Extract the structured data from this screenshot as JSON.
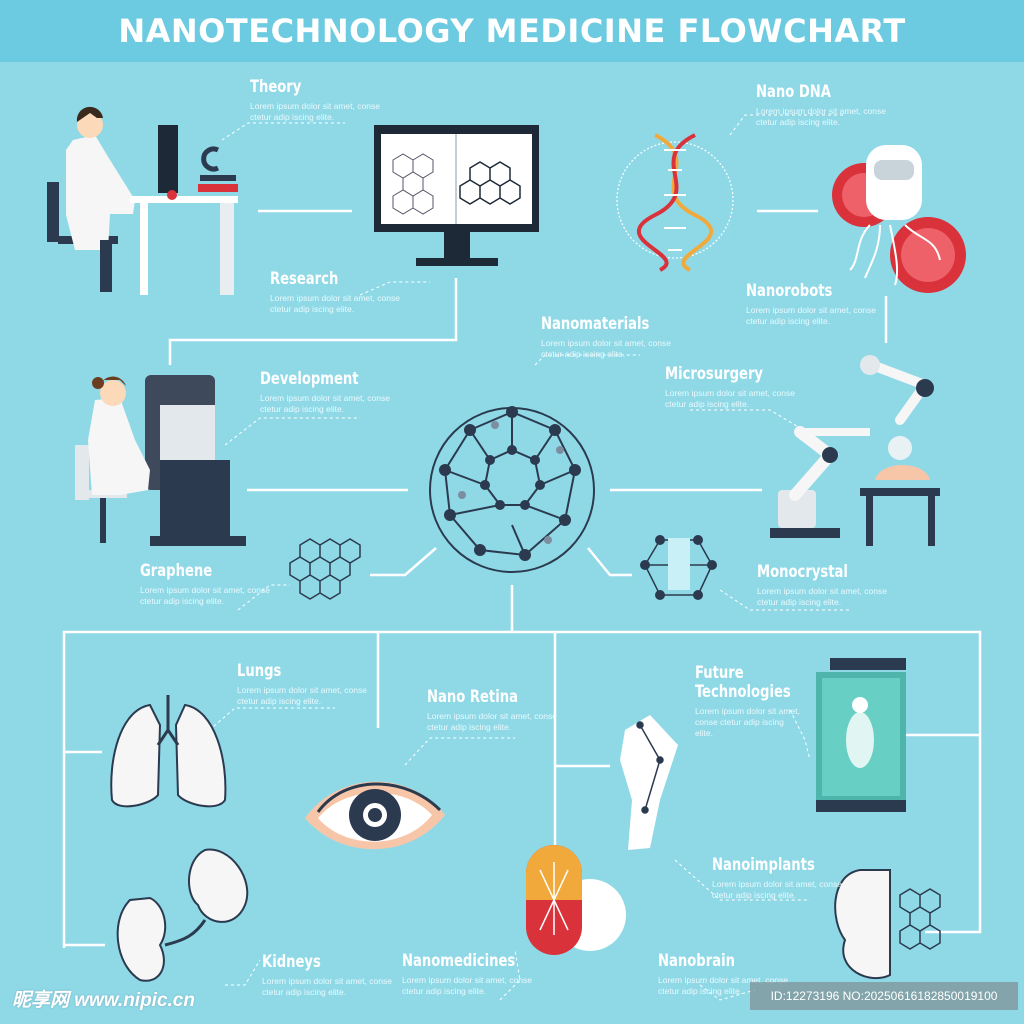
{
  "title": "NANOTECHNOLOGY MEDICINE FLOWCHART",
  "lorem": "Lorem ipsum dolor sit amet, conse ctetur adip iscing elite.",
  "labels": {
    "theory": "Theory",
    "research": "Research",
    "nano_dna": "Nano DNA",
    "nanorobots": "Nanorobots",
    "nanomaterials": "Nanomaterials",
    "development": "Development",
    "microsurgery": "Microsurgery",
    "graphene": "Graphene",
    "monocrystal": "Monocrystal",
    "lungs": "Lungs",
    "nano_retina": "Nano Retina",
    "future_technologies": "Future Technologies",
    "nanoimplants": "Nanoimplants",
    "kidneys": "Kidneys",
    "nanomedicines": "Nanomedicines",
    "nanobrain": "Nanobrain"
  },
  "watermark": "昵享网 www.nipic.cn",
  "image_id": "ID:12273196 NO:20250616182850019100",
  "colors": {
    "background": "#8fd9e7",
    "header": "#6ccbe0",
    "accent_red": "#d9323b",
    "dark": "#2b3a4e"
  }
}
